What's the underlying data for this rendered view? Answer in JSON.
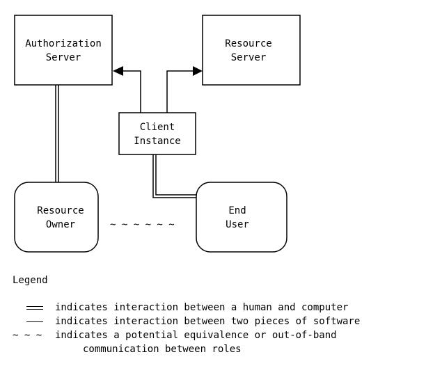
{
  "nodes": {
    "authorization_server": {
      "line1": "Authorization",
      "line2": "Server"
    },
    "resource_server": {
      "line1": "Resource",
      "line2": "Server"
    },
    "client_instance": {
      "line1": "Client",
      "line2": "Instance"
    },
    "resource_owner": {
      "line1": "Resource",
      "line2": "Owner"
    },
    "end_user": {
      "line1": "End",
      "line2": "User"
    }
  },
  "equivalence_marks": "~ ~ ~ ~ ~ ~",
  "legend": {
    "title": "Legend",
    "human_computer": "indicates interaction between a human and computer",
    "software_software": "indicates interaction between two pieces of software",
    "tilde_symbol": "~ ~ ~",
    "equivalence_line1": "indicates a potential equivalence or out-of-band",
    "equivalence_line2": "communication between roles"
  }
}
